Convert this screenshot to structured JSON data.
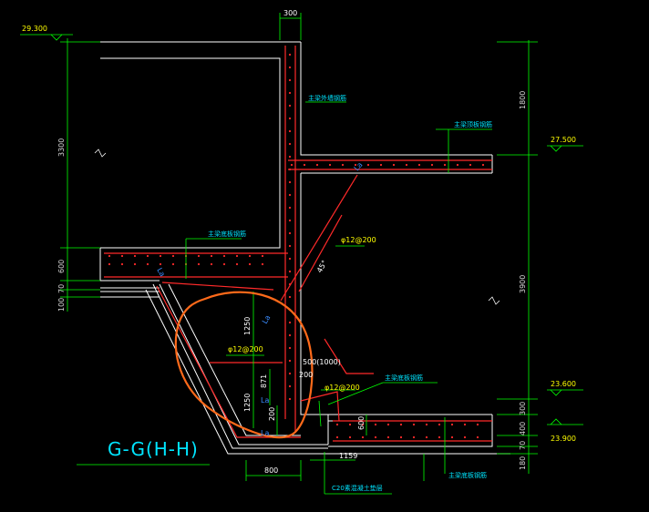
{
  "drawing": {
    "section_title": "G-G(H-H)",
    "concrete_note": "C20素混凝土垫层"
  },
  "elevations": {
    "top_left": "29.300",
    "right_mid": "27.500",
    "right_low1": "23.600",
    "right_low2": "23.900"
  },
  "dimensions": {
    "top_wall": "300",
    "left_3300": "3300",
    "left_600": "600",
    "left_70": "70",
    "left_100": "100",
    "right_1800": "1800",
    "right_3900": "3900",
    "right_300": "300",
    "right_400": "400",
    "right_70": "70",
    "right_180": "180",
    "haunch_1250a": "1250",
    "haunch_1250b": "1250",
    "haunch_871": "871",
    "haunch_200a": "200",
    "haunch_200b": "200",
    "slab_600": "600",
    "bottom_1159": "1159",
    "bottom_800": "800",
    "angle": "45°",
    "spacing_500": "500(1000)"
  },
  "rebar_labels": {
    "main_wall": "主梁外墙钢筋",
    "top_right_slab": "主梁顶板钢筋",
    "left_slab": "主梁底板钢筋",
    "phi12_a": "φ12@200",
    "phi12_b": "φ12@200",
    "phi12_c": "φ12@200",
    "bottom_main": "主梁底板钢筋",
    "bottom_right": "主梁底板钢筋",
    "la_1": "La",
    "la_2": "La",
    "la_3": "La",
    "la_4": "La",
    "la_5": "La"
  },
  "colors": {
    "structure": "#ffffff",
    "rebar": "#ff2a2a",
    "dimension": "#00ff00",
    "leader": "#00ff00",
    "label_cyan": "#00e5ff",
    "label_yellow": "#ffff00",
    "markup": "#ff6a1a",
    "la": "#3a8cff"
  }
}
